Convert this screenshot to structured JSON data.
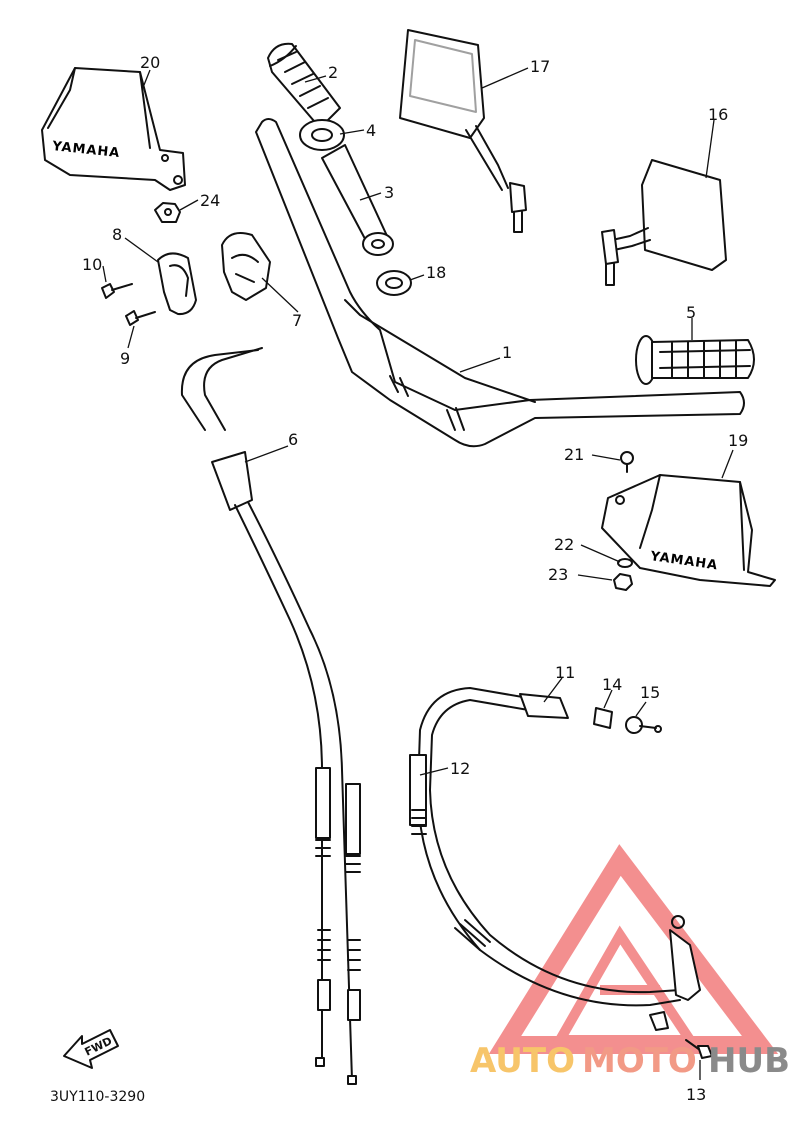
{
  "callouts": [
    {
      "n": "1"
    },
    {
      "n": "2"
    },
    {
      "n": "3"
    },
    {
      "n": "4"
    },
    {
      "n": "5"
    },
    {
      "n": "6"
    },
    {
      "n": "7"
    },
    {
      "n": "8"
    },
    {
      "n": "9"
    },
    {
      "n": "10"
    },
    {
      "n": "11"
    },
    {
      "n": "12"
    },
    {
      "n": "13"
    },
    {
      "n": "14"
    },
    {
      "n": "15"
    },
    {
      "n": "16"
    },
    {
      "n": "17"
    },
    {
      "n": "18"
    },
    {
      "n": "19"
    },
    {
      "n": "20"
    },
    {
      "n": "21"
    },
    {
      "n": "22"
    },
    {
      "n": "23"
    },
    {
      "n": "24"
    }
  ],
  "handguard_brand_left": "YAMAHA",
  "handguard_brand_right": "YAMAHA",
  "fwd_label": "FWD",
  "diagram_code": "3UY110-3290",
  "watermark": {
    "auto": "AUTO",
    "moto": "MOTO",
    "hub": "HUB",
    "colors": {
      "auto": "#f7c56a",
      "moto": "#f29a86",
      "hub": "#8a8a8a",
      "logo": "#ef6a6a"
    }
  }
}
